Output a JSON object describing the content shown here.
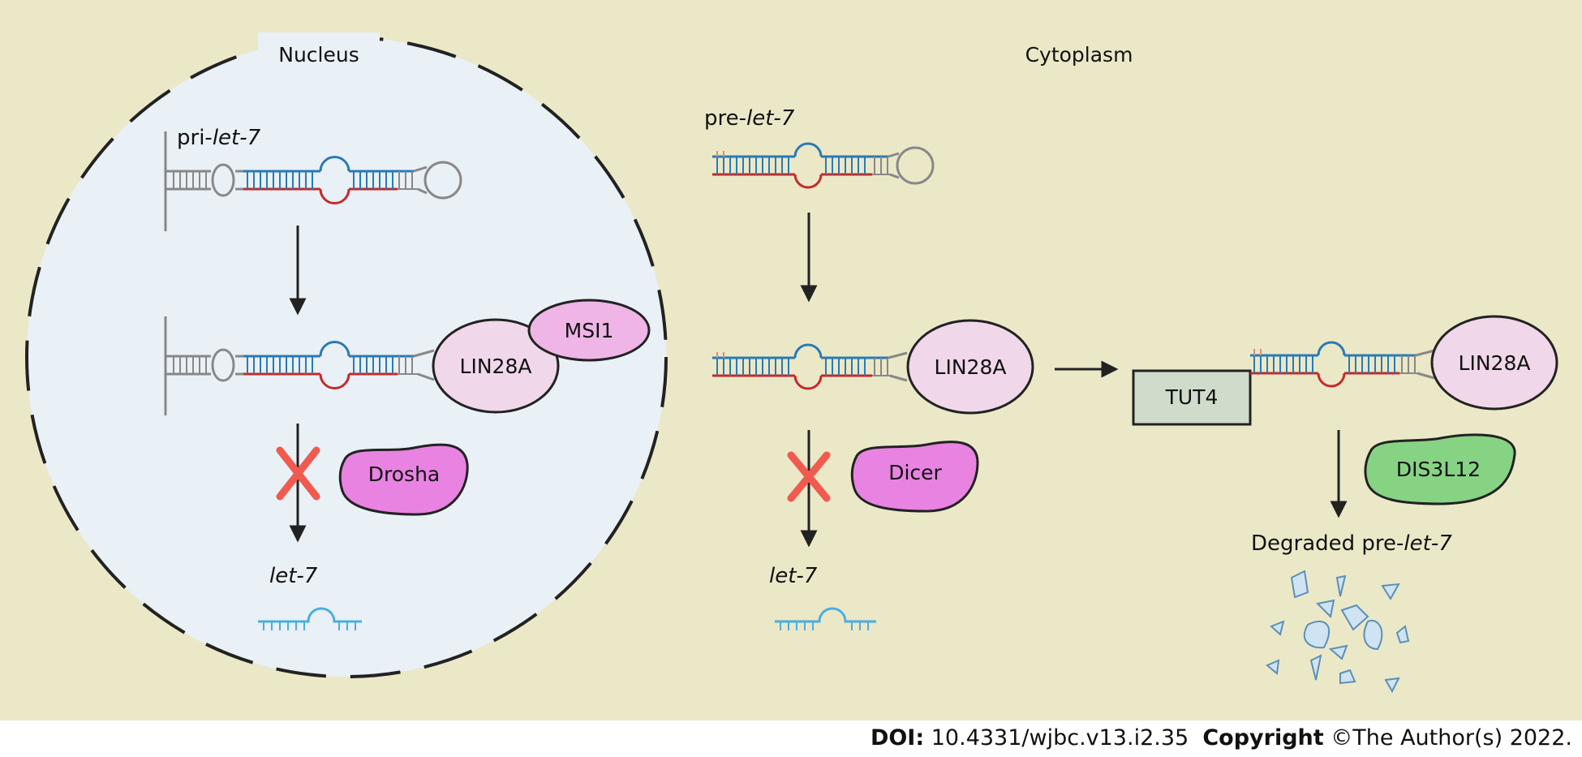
{
  "regions": {
    "nucleus_label": "Nucleus",
    "cytoplasm_label": "Cytoplasm"
  },
  "nucleus": {
    "pri_prefix": "pri-",
    "pri_italic": "let-7",
    "lin28a_label": "LIN28A",
    "msi1_label": "MSI1",
    "drosha_label": "Drosha",
    "product_label": "let-7"
  },
  "cytoplasm": {
    "pre_prefix": "pre-",
    "pre_italic": "let-7",
    "lin28a_label": "LIN28A",
    "dicer_label": "Dicer",
    "product_label": "let-7",
    "tut4_label": "TUT4",
    "lin28a_right_label": "LIN28A",
    "dis3l12_label": "DIS3L12",
    "degraded_prefix": "Degraded pre-",
    "degraded_italic": "let-7"
  },
  "footer": {
    "doi_label": "DOI:",
    "doi_value": "10.4331/wjbc.v13.i2.35",
    "copyright_label": "Copyright",
    "copyright_value": "©The Author(s) 2022."
  },
  "colors": {
    "background": "#ebe8c8",
    "nucleus_fill": "#e9f0f6",
    "lin28a": "#f0d7e9",
    "msi1": "#eeb5e6",
    "drosha_dicer": "#e883e2",
    "dis3l12": "#87d384",
    "tut4": "#cfdccb",
    "blocked_x": "#f15a4f",
    "strand_blue": "#2a7ab5",
    "strand_red": "#c42a2a",
    "mature_strand": "#4aaee0"
  },
  "icons": [
    "cross-icon",
    "arrow-down-icon",
    "arrow-right-icon"
  ]
}
